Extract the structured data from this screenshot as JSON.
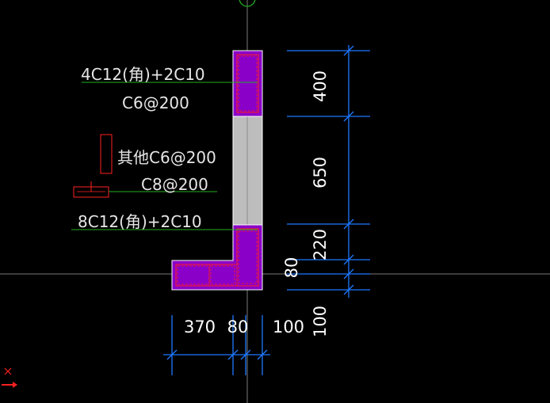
{
  "annotations": {
    "top_rebar": "4C12(角)+2C10",
    "top_stirrup": "C6@200",
    "other_rebar": "其他C6@200",
    "tie_rebar": "C8@200",
    "bottom_rebar": "8C12(角)+2C10"
  },
  "dimensions": {
    "vertical": [
      "400",
      "650",
      "220",
      "80",
      "100"
    ],
    "horizontal": [
      "370",
      "80",
      "100"
    ]
  },
  "colors": {
    "background": "#000000",
    "column_fill": "#8a00c8",
    "wall_fill": "#bdbdbd",
    "rebar": "#ff2020",
    "dimension_line": "#1e78ff",
    "leader_line": "#22b022",
    "axis_line": "#7a7a7a"
  },
  "icons": [
    "axis-marker-icon",
    "ucs-icon"
  ]
}
